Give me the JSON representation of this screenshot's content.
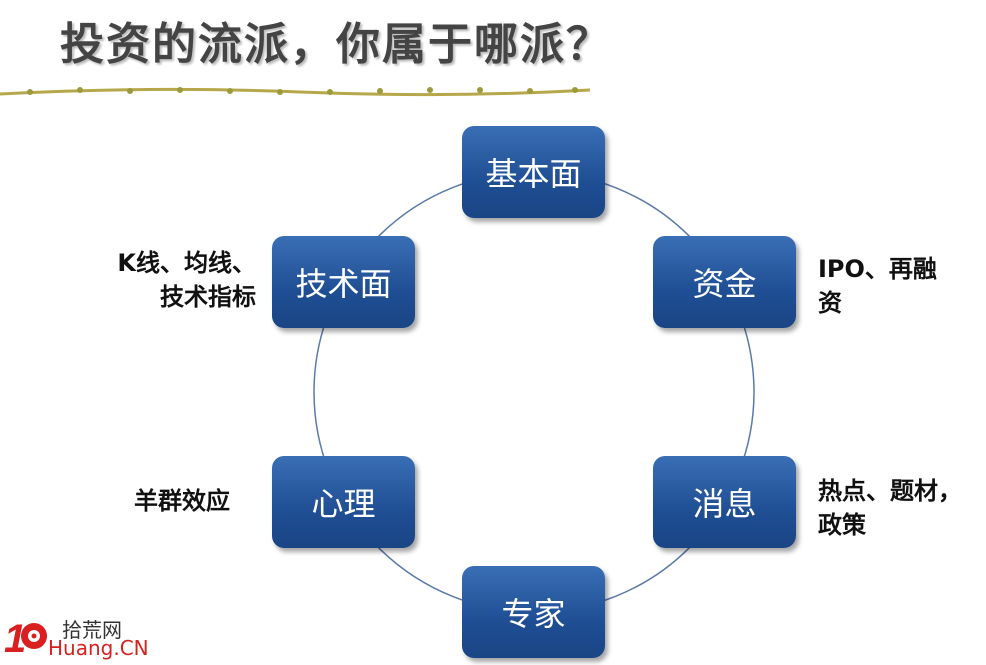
{
  "title": "投资的流派，你属于哪派？",
  "nodes": {
    "fundamental": "基本面",
    "capital": "资金",
    "news": "消息",
    "expert": "专家",
    "psychology": "心理",
    "technical": "技术面"
  },
  "notes": {
    "technical": [
      "K线、均线、",
      "技术指标"
    ],
    "capital": [
      "IPO、再融",
      "资"
    ],
    "news": [
      "热点、题材，",
      "政策"
    ],
    "psychology": [
      "羊群效应"
    ]
  },
  "logo": {
    "number": "10",
    "cn": "拾荒网",
    "en": "Huang.CN"
  },
  "colors": {
    "node": "#1f4e94",
    "ring": "#5a7aa8",
    "logo": "#d91f1f"
  }
}
